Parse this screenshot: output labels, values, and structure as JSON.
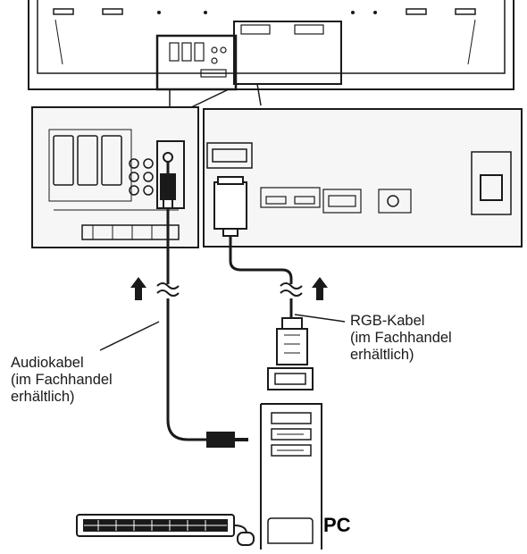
{
  "labels": {
    "audio_cable": [
      "Audiokabel",
      "(im Fachhandel",
      "erhältlich)"
    ],
    "rgb_cable": [
      "RGB-Kabel",
      "(im Fachhandel",
      "erhältlich)"
    ],
    "pc": "PC"
  },
  "icons": {
    "arrows": "up-arrow-icon",
    "cable_break": "wavy-break-icon",
    "keyboard": "keyboard-icon",
    "mouse": "mouse-icon",
    "pc_tower": "pc-tower-icon"
  },
  "colors": {
    "line": "#1a1a1a",
    "panel_fill": "#f6f6f6",
    "background": "#ffffff"
  }
}
